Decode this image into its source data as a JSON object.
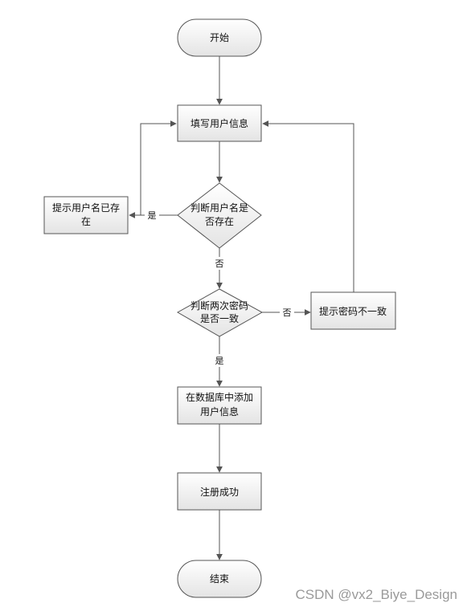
{
  "diagram": {
    "nodes": {
      "start": "开始",
      "fill_info": "填写用户信息",
      "check_username": [
        "判断用户名是",
        "否存在"
      ],
      "username_exists": [
        "提示用户名已存",
        "在"
      ],
      "check_password": [
        "判断两次密码",
        "是否一致"
      ],
      "password_mismatch": "提示密码不一致",
      "add_to_db": [
        "在数据库中添加",
        "用户信息"
      ],
      "register_success": "注册成功",
      "end": "结束"
    },
    "edges": {
      "username_yes": "是",
      "username_no": "否",
      "password_no": "否",
      "password_yes": "是"
    }
  },
  "watermark": "CSDN @vx2_Biye_Design",
  "colors": {
    "stroke": "#555555",
    "node_fill_top": "#ffffff",
    "node_fill_bottom": "#e6e6e6",
    "text": "#111111"
  }
}
